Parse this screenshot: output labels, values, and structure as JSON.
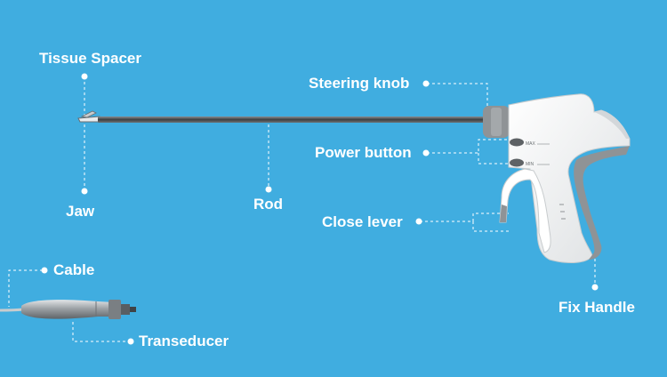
{
  "labels": {
    "tissue_spacer": "Tissue Spacer",
    "jaw": "Jaw",
    "rod": "Rod",
    "cable": "Cable",
    "transducer": "Transeducer",
    "steering_knob": "Steering knob",
    "power_button": "Power button",
    "close_lever": "Close lever",
    "fix_handle": "Fix Handle"
  },
  "button_marks": {
    "max": "MAX",
    "min": "MIN"
  },
  "colors": {
    "background": "#40ade0",
    "label_text": "#ffffff",
    "leader_line": "#ffffff",
    "device_body": "#f4f4f4",
    "device_trim": "#8f9396",
    "rod": "#5d6063"
  }
}
